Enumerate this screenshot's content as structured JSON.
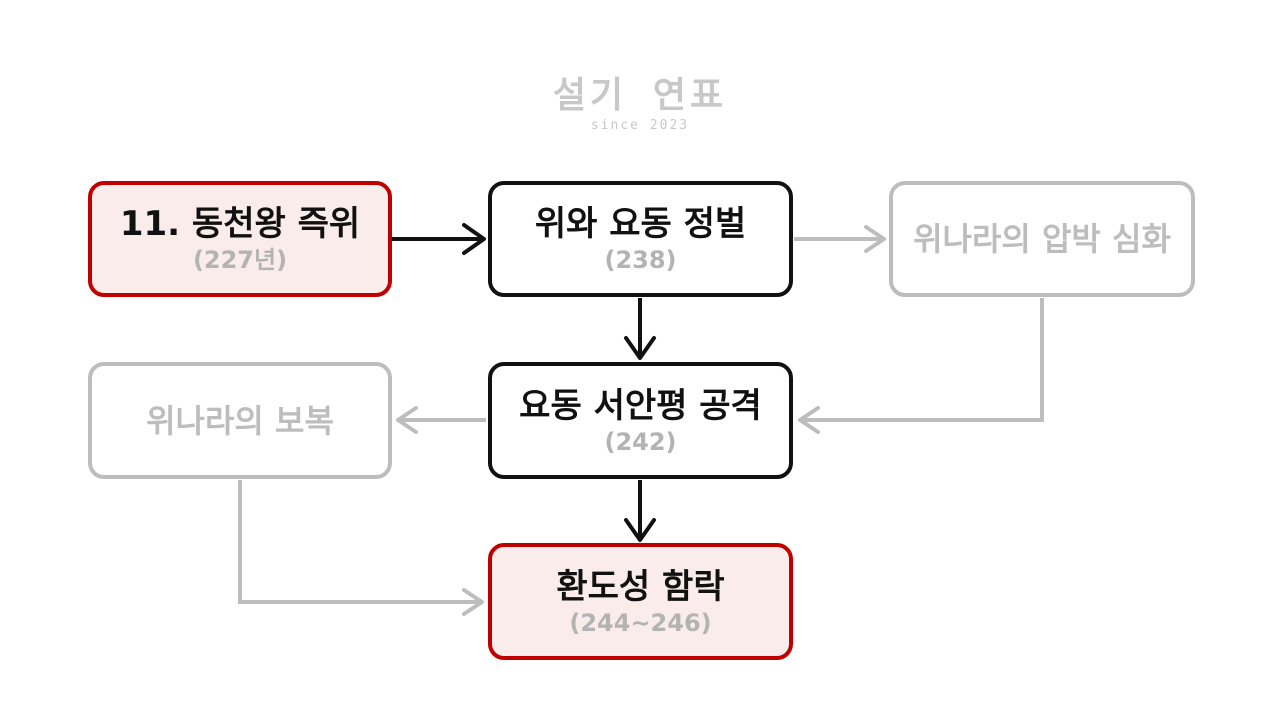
{
  "logo": {
    "title": "설기 연표",
    "subtitle": "since 2023"
  },
  "nodes": {
    "accession": {
      "title": "11. 동천왕 즉위",
      "sub": "(227년)"
    },
    "conquest": {
      "title": "위와 요동 정벌",
      "sub": "(238)"
    },
    "pressure": {
      "title": "위나라의 압박 심화"
    },
    "attack": {
      "title": "요동 서안평 공격",
      "sub": "(242)"
    },
    "revenge": {
      "title": "위나라의 보복"
    },
    "fall": {
      "title": "환도성 함락",
      "sub": "(244~246)"
    }
  },
  "colors": {
    "accent_red": "#c00000",
    "fill_red": "#fbecec",
    "dark": "#111111",
    "faded": "#bdbdbd"
  }
}
